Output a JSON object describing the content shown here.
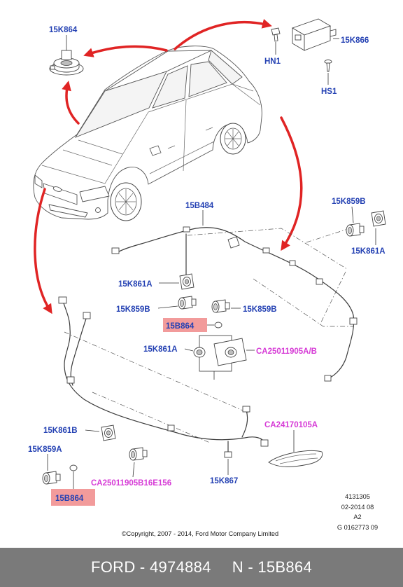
{
  "diagram": {
    "callouts": {
      "park_sensor_top": "15K864",
      "push_nut": "HN1",
      "control_module": "15K866",
      "screw": "HS1",
      "rear_harness": "15B484",
      "rear_sensor": "15K859B",
      "rear_sensor_bracket": "15K861A",
      "rear_mid_bracket": "15K861A",
      "rear_mid_sensor_left": "15K859B",
      "rear_mid_sensor_right": "15K859B",
      "rear_gasket": "15B864",
      "rear_holder": "15K861A",
      "rear_housing_ref": "CA25011905A/B",
      "front_trim_ref": "CA24170105A",
      "front_bracket": "15K861B",
      "front_sensor": "15K859A",
      "front_sensor_ref": "CA25011905B16E156",
      "front_harness": "15K867",
      "front_gasket": "15B864"
    },
    "colors": {
      "callout": "#2441b3",
      "reference": "#d63bd6",
      "highlight": "#f29b9b",
      "arrow": "#e02424",
      "footer": "#7a7a7a"
    }
  },
  "copyright": "©Copyright, 2007 - 2014, Ford Motor Company Limited",
  "drawing_info": [
    "4131305",
    "02-2014 08",
    "A2",
    "G 0162773 09"
  ],
  "footer": {
    "left": "FORD - 4974884",
    "right": "N - 15B864"
  }
}
